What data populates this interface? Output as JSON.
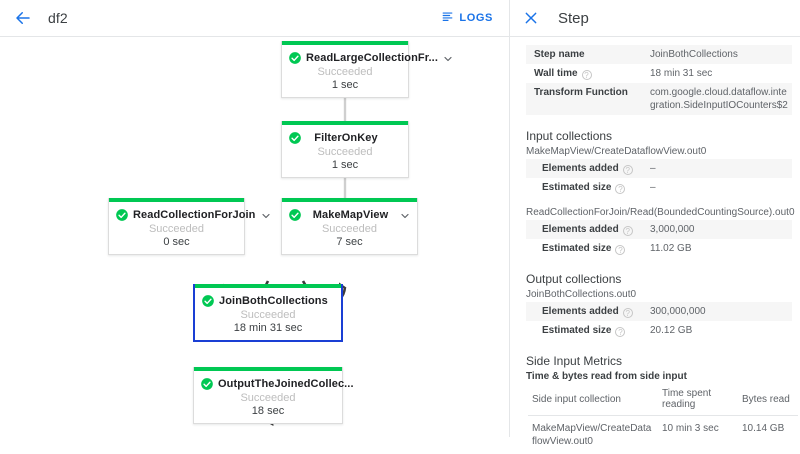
{
  "topbar": {
    "job_name": "df2",
    "logs_label": "LOGS",
    "back_icon": "arrow-left-icon",
    "logs_icon": "list-icon"
  },
  "graph": {
    "status_label": "Succeeded",
    "accent_green": "#00c853",
    "selected_border": "#1a3fd4",
    "nodes": [
      {
        "id": "read-large-collection",
        "title": "ReadLargeCollectionFr...",
        "status": "Succeeded",
        "time": "1 sec",
        "expandable": true,
        "selected": false
      },
      {
        "id": "filter-on-key",
        "title": "FilterOnKey",
        "status": "Succeeded",
        "time": "1 sec",
        "expandable": false,
        "selected": false
      },
      {
        "id": "read-collection-for-join",
        "title": "ReadCollectionForJoin",
        "status": "Succeeded",
        "time": "0 sec",
        "expandable": true,
        "selected": false
      },
      {
        "id": "make-map-view",
        "title": "MakeMapView",
        "status": "Succeeded",
        "time": "7 sec",
        "expandable": true,
        "selected": false
      },
      {
        "id": "join-both-collections",
        "title": "JoinBothCollections",
        "status": "Succeeded",
        "time": "18 min 31 sec",
        "expandable": false,
        "selected": true
      },
      {
        "id": "output-the-joined-collection",
        "title": "OutputTheJoinedCollec...",
        "status": "Succeeded",
        "time": "18 sec",
        "expandable": false,
        "selected": false
      }
    ]
  },
  "panel": {
    "title": "Step",
    "close_icon": "close-icon",
    "summary": [
      {
        "key": "Step name",
        "value": "JoinBothCollections",
        "help": false
      },
      {
        "key": "Wall time",
        "value": "18 min 31 sec",
        "help": true
      },
      {
        "key": "Transform Function",
        "value": "com.google.cloud.dataflow.integration.SideInputIOCounters$2",
        "help": false
      }
    ],
    "input_collections": {
      "heading": "Input collections",
      "groups": [
        {
          "name": "MakeMapView/CreateDataflowView.out0",
          "rows": [
            {
              "key": "Elements added",
              "value": "–",
              "help": true
            },
            {
              "key": "Estimated size",
              "value": "–",
              "help": true
            }
          ]
        },
        {
          "name": "ReadCollectionForJoin/Read(BoundedCountingSource).out0",
          "rows": [
            {
              "key": "Elements added",
              "value": "3,000,000",
              "help": true
            },
            {
              "key": "Estimated size",
              "value": "11.02 GB",
              "help": true
            }
          ]
        }
      ]
    },
    "output_collections": {
      "heading": "Output collections",
      "groups": [
        {
          "name": "JoinBothCollections.out0",
          "rows": [
            {
              "key": "Elements added",
              "value": "300,000,000",
              "help": true
            },
            {
              "key": "Estimated size",
              "value": "20.12 GB",
              "help": true
            }
          ]
        }
      ]
    },
    "side_input_metrics": {
      "heading": "Side Input Metrics",
      "subheading": "Time & bytes read from side input",
      "columns": [
        "Side input collection",
        "Time spent reading",
        "Bytes read"
      ],
      "rows": [
        {
          "collection": "MakeMapView/CreateDataflowView.out0",
          "time": "10 min 3 sec",
          "bytes": "10.14 GB"
        }
      ]
    }
  }
}
